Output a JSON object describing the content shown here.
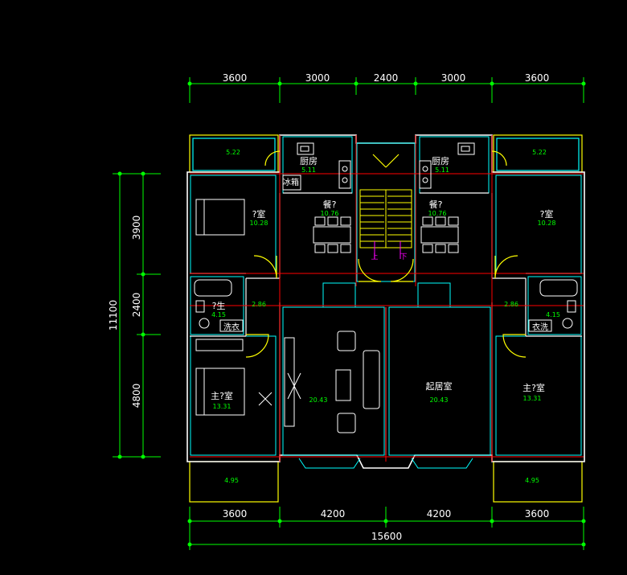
{
  "colors": {
    "background": "#000000",
    "wall": "#ffffff",
    "window": "#00ffff",
    "axis": "#ff0000",
    "balcony": "#ffff00",
    "dimension": "#00ff00",
    "furniture": "#ffffff",
    "area_text": "#00ff00",
    "stair_label": "#ff00ff"
  },
  "dimensions": {
    "top": [
      "3600",
      "3000",
      "2400",
      "3000",
      "3600"
    ],
    "bottom": [
      "3600",
      "4200",
      "4200",
      "3600"
    ],
    "total": "15600",
    "left_segments": [
      "3900",
      "2400",
      "4800"
    ],
    "left_total": "11100"
  },
  "rooms": {
    "kitchen_left_name": "厨房",
    "kitchen_left_area": "5.11",
    "kitchen_right_name": "厨房",
    "kitchen_right_area": "5.11",
    "fridge_label": "冰箱",
    "dining_left_name": "餐?",
    "dining_left_area": "10.76",
    "dining_right_name": "餐?",
    "dining_right_area": "10.76",
    "bedroom_left_name": "?室",
    "bedroom_left_area": "10.28",
    "bedroom_right_name": "?室",
    "bedroom_right_area": "10.28",
    "bath_left_name": "?生",
    "bath_left_area": "4.15",
    "bath_right_area": "4.15",
    "laundry_left": "洗衣",
    "laundry_right": "衣洗",
    "hall_left_area": "2.86",
    "hall_right_area": "2.86",
    "living_left_area": "20.43",
    "living_right_name": "起居室",
    "living_right_area": "20.43",
    "master_left_name": "主?室",
    "master_left_area": "13.31",
    "master_right_name": "主?室",
    "master_right_area": "13.31",
    "balcony_top_left": "5.22",
    "balcony_top_right": "5.22",
    "balcony_bottom_left": "4.95",
    "balcony_bottom_right": "4.95",
    "stair_up_left": "上",
    "stair_up_right": "下"
  }
}
